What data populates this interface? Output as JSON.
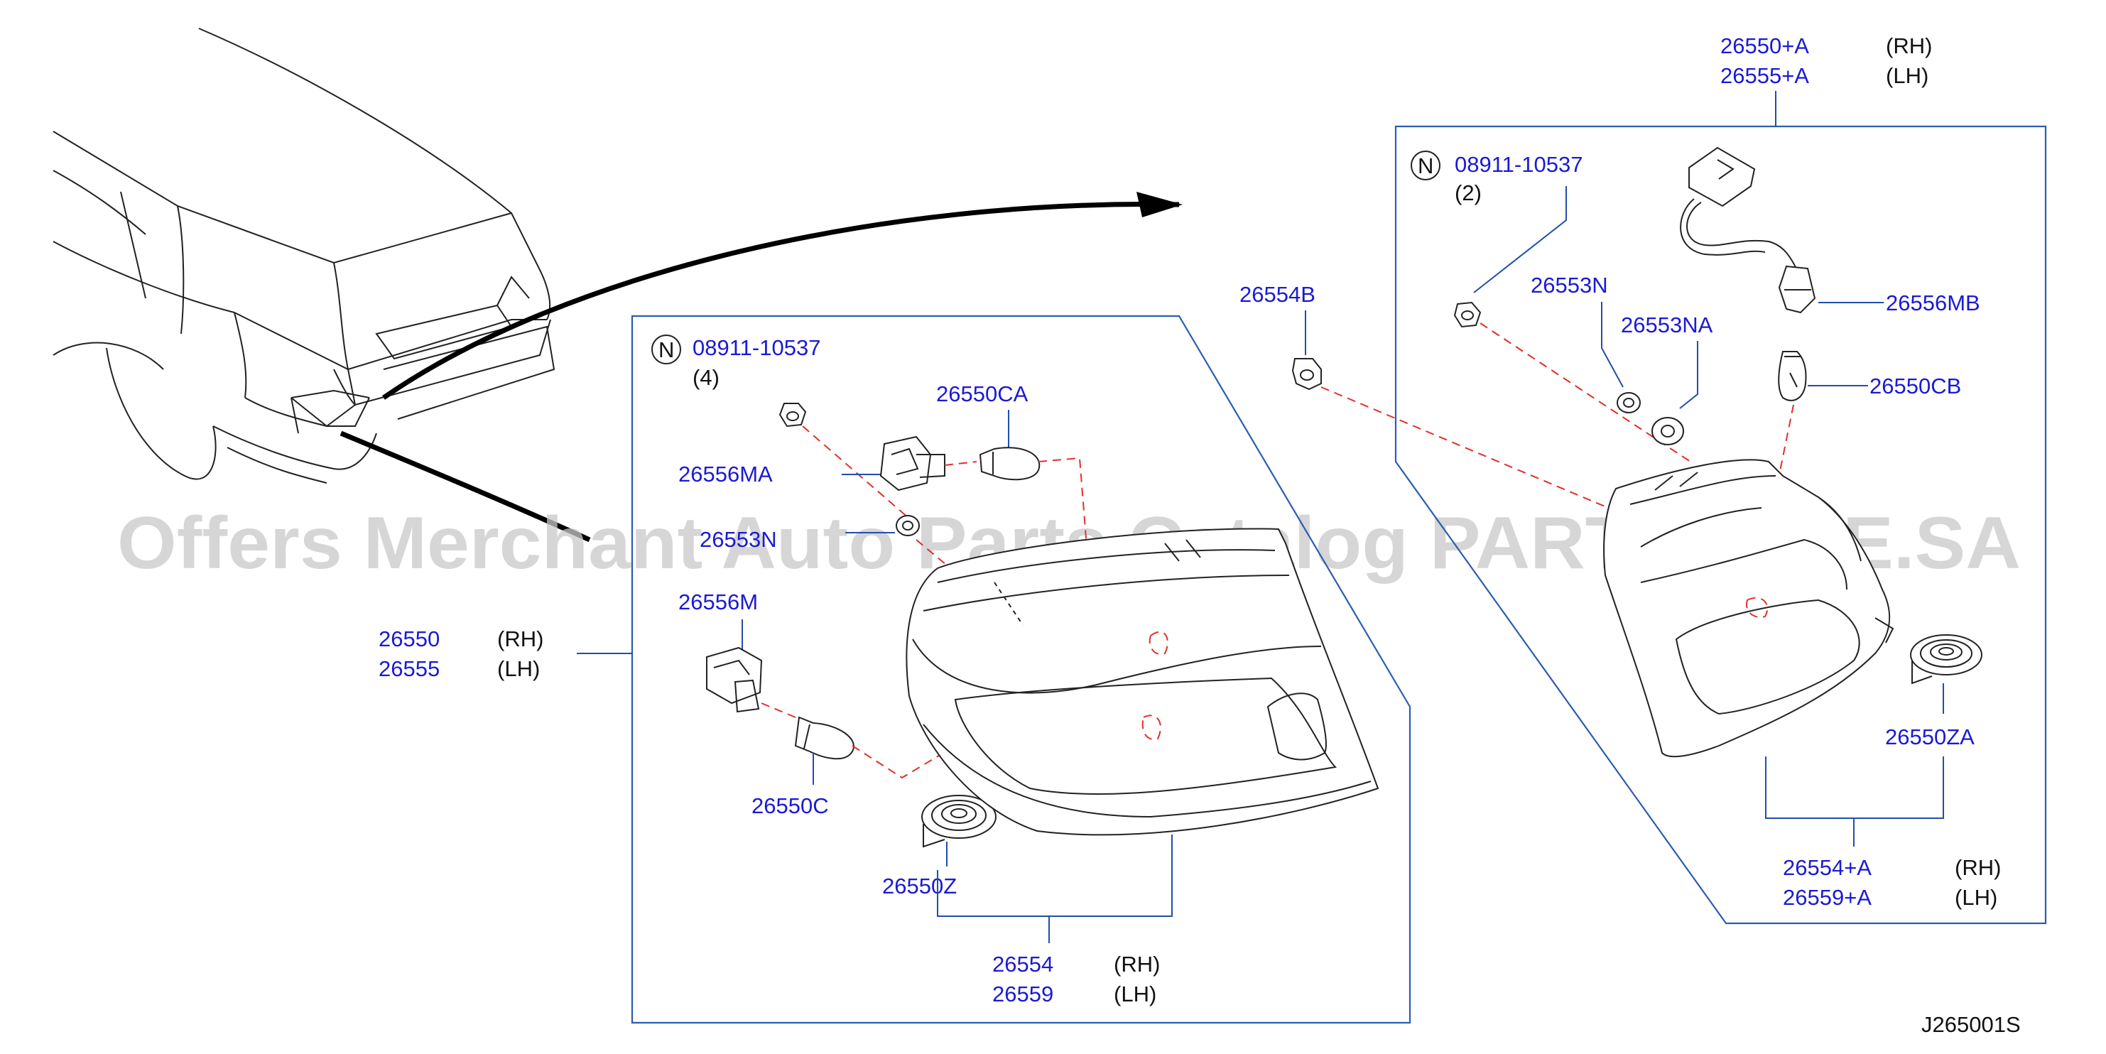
{
  "diagram_id": "J265001S",
  "watermark": "Offers Merchant Auto Parts Catalog PARTSTORE.SA",
  "colors": {
    "part_number": "#1a1ad6",
    "box_line": "#2a5db0",
    "dashed_line": "#e0302a",
    "ink": "#222222"
  },
  "symbol_n": "N",
  "left_assembly": {
    "main_rh": "26550",
    "main_rh_side": "(RH)",
    "main_lh": "26555",
    "main_lh_side": "(LH)",
    "nut_part": "08911-10537",
    "nut_qty": "(4)",
    "socket_ma": "26556MA",
    "bulb_ca": "26550CA",
    "gasket_n": "26553N",
    "socket_m": "26556M",
    "bulb_c": "26550C",
    "seal_z": "26550Z",
    "lens_rh": "26554",
    "lens_rh_side": "(RH)",
    "lens_lh": "26559",
    "lens_lh_side": "(LH)"
  },
  "right_assembly": {
    "main_rh": "26550+A",
    "main_rh_side": "(RH)",
    "main_lh": "26555+A",
    "main_lh_side": "(LH)",
    "nut_part": "08911-10537",
    "nut_qty": "(2)",
    "clip_b": "26554B",
    "gasket_n": "26553N",
    "gasket_na": "26553NA",
    "socket_mb": "26556MB",
    "bulb_cb": "26550CB",
    "seal_za": "26550ZA",
    "lens_rh": "26554+A",
    "lens_rh_side": "(RH)",
    "lens_lh": "26559+A",
    "lens_lh_side": "(LH)"
  }
}
